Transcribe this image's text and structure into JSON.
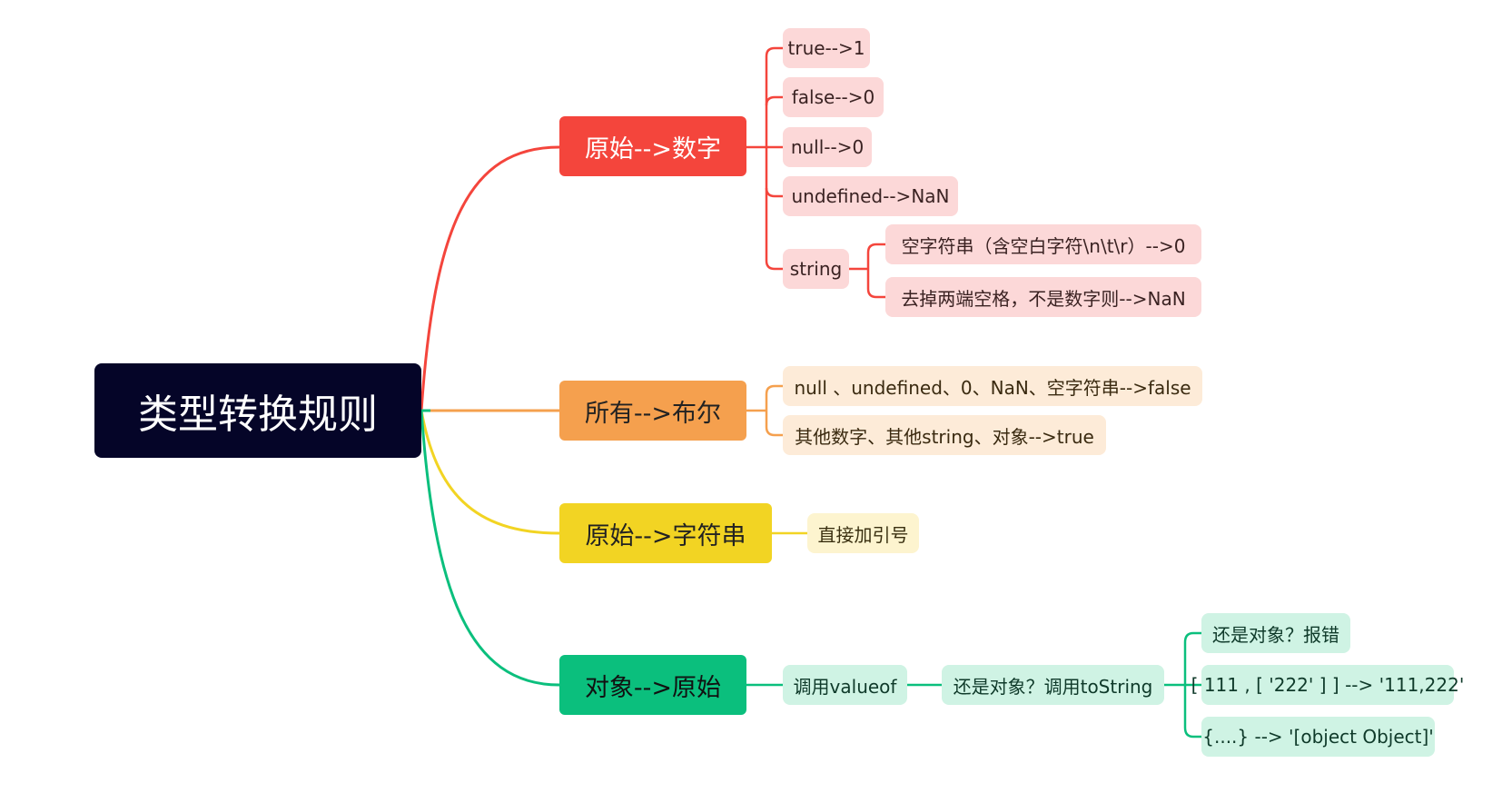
{
  "colors": {
    "root_bg": "#050528",
    "red": "#f4453c",
    "orange": "#f5a04e",
    "yellow": "#f2d423",
    "green": "#0bbf7d",
    "leaf_red": "#fcd8d8",
    "leaf_orange": "#fdebd8",
    "leaf_yellow": "#fdf4cf",
    "leaf_green": "#cff3e4"
  },
  "root": {
    "label": "类型转换规则"
  },
  "to_number": {
    "label": "原始-->数字",
    "items": [
      "true-->1",
      "false-->0",
      "null-->0",
      "undefined-->NaN"
    ],
    "string": {
      "label": "string",
      "items": [
        "空字符串（含空白字符\\n\\t\\r）-->0",
        "去掉两端空格，不是数字则-->NaN"
      ]
    }
  },
  "to_boolean": {
    "label": "所有-->布尔",
    "items": [
      "null 、undefined、0、NaN、空字符串-->false",
      "其他数字、其他string、对象-->true"
    ]
  },
  "to_string": {
    "label": "原始-->字符串",
    "items": [
      "直接加引号"
    ]
  },
  "object_to_primitive": {
    "label": "对象-->原始",
    "step1": "调用valueof",
    "step2": "还是对象？调用toString",
    "results": [
      "还是对象？报错",
      "[ 111 , [ '222' ] ] --> '111,222'",
      "{....} --> '[object Object]'"
    ]
  }
}
